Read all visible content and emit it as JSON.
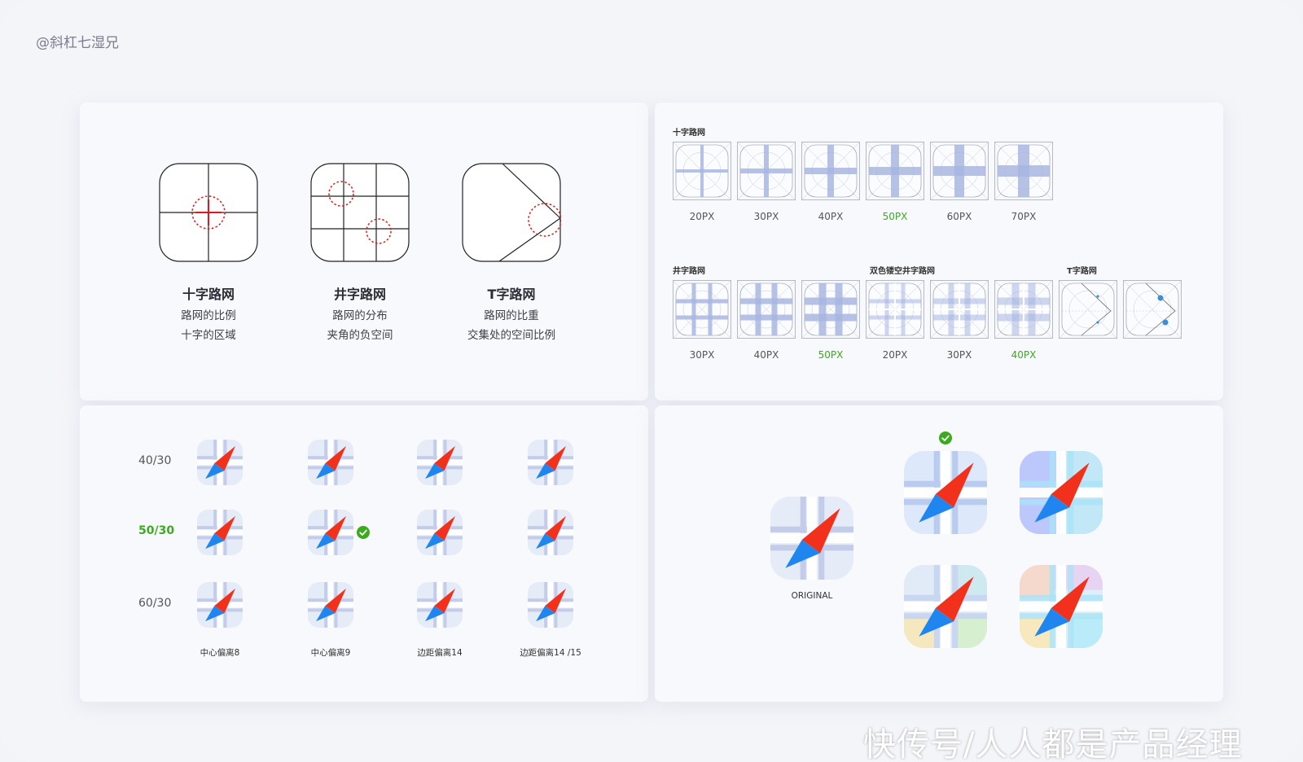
{
  "author": "@斜杠七湿兄",
  "watermark": "快传号/人人都是产品经理",
  "colors": {
    "accent_green": "#3caa1e",
    "compass_red": "#f1311c",
    "compass_blue": "#1f86f0",
    "road_blue": "#a8b6e0"
  },
  "concepts": [
    {
      "title": "十字路网",
      "lines": [
        "路网的比例",
        "十字的区域"
      ]
    },
    {
      "title": "井字路网",
      "lines": [
        "路网的分布",
        "夹角的负空间"
      ]
    },
    {
      "title": "T字路网",
      "lines": [
        "路网的比重",
        "交集处的空间比例"
      ]
    }
  ],
  "grids": {
    "cross_label": "十字路网",
    "cross_sizes": [
      "20PX",
      "30PX",
      "40PX",
      "50PX",
      "60PX",
      "70PX"
    ],
    "cross_selected": "50PX",
    "well_label": "井字路网",
    "well_sizes": [
      "30PX",
      "40PX",
      "50PX"
    ],
    "well_selected": "50PX",
    "hollow_label": "双色镂空井字路网",
    "hollow_sizes": [
      "20PX",
      "30PX",
      "40PX"
    ],
    "hollow_selected": "40PX",
    "t_label": "T字路网"
  },
  "offsets": {
    "ratios": [
      "40/30",
      "50/30",
      "60/30"
    ],
    "selected_ratio": "50/30",
    "columns": [
      "中心偏离8",
      "中心偏离9",
      "边距偏离14",
      "边距偏离14 /15"
    ],
    "selected_cell": "50/30 · 中心偏离9"
  },
  "variants": {
    "original_label": "ORIGINAL",
    "selected_variant": "top-left"
  }
}
